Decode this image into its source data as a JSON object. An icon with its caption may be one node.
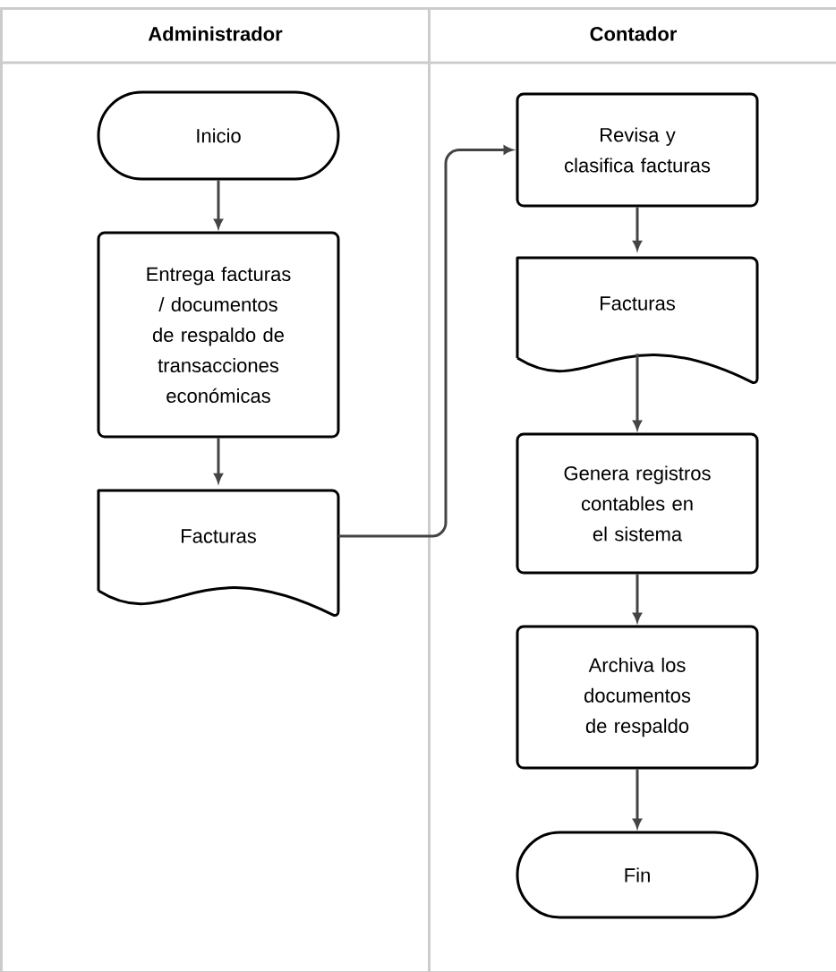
{
  "diagram": {
    "nodes": [
      {
        "text": [
          "Administrador"
        ]
      },
      {
        "text": [
          "Contador"
        ]
      },
      {
        "text": [
          "Inicio"
        ],
        "in": 0
      },
      {
        "text": [
          "Entrega facturas / documentos de respaldo de transacciones económicas"
        ],
        "in": 0
      },
      {
        "text": [
          "Facturas"
        ],
        "in": 0
      },
      {
        "text": [
          "Revisa y clasifica facturas"
        ],
        "in": 1
      },
      {
        "text": [
          "Facturas"
        ],
        "in": 1
      },
      {
        "text": [
          "Genera registros contables en el sistema"
        ],
        "in": 1
      },
      {
        "text": [
          "Archiva los documentos de respaldo"
        ],
        "in": 1
      },
      {
        "text": [
          "Fin"
        ],
        "in": 1
      }
    ],
    "edges": [
      {
        "from": 2,
        "to": 3,
        "arrow": "to"
      },
      {
        "from": 3,
        "to": 4,
        "arrow": "to"
      },
      {
        "from": 4,
        "to": 5,
        "arrow": "to"
      },
      {
        "from": 5,
        "to": 6,
        "arrow": "to"
      },
      {
        "from": 6,
        "to": 7,
        "arrow": "to"
      },
      {
        "from": 7,
        "to": 8,
        "arrow": "to"
      },
      {
        "from": 8,
        "to": 9,
        "arrow": "to"
      }
    ]
  }
}
